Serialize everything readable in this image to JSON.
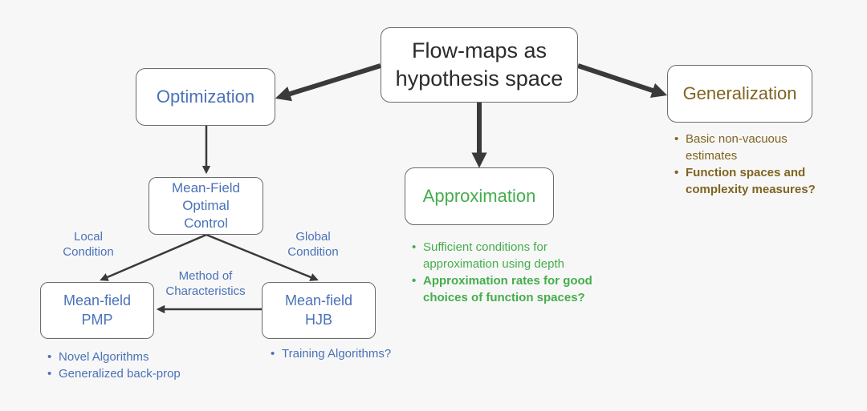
{
  "nodes": {
    "root": {
      "line1": "Flow-maps as",
      "line2": "hypothesis space"
    },
    "optimization": "Optimization",
    "generalization": "Generalization",
    "approximation": "Approximation",
    "mfoc": {
      "line1": "Mean-Field",
      "line2": "Optimal",
      "line3": "Control"
    },
    "pmp": {
      "line1": "Mean-field",
      "line2": "PMP"
    },
    "hjb": {
      "line1": "Mean-field",
      "line2": "HJB"
    }
  },
  "edge_labels": {
    "local": {
      "line1": "Local",
      "line2": "Condition"
    },
    "global": {
      "line1": "Global",
      "line2": "Condition"
    },
    "characteristics": {
      "line1": "Method of",
      "line2": "Characteristics"
    }
  },
  "bullets": {
    "generalization": [
      {
        "line1": "Basic non-vacuous",
        "line2": "estimates"
      },
      {
        "line1": "Function spaces and",
        "line2": "complexity measures?"
      }
    ],
    "approximation": [
      {
        "line1": "Sufficient conditions for",
        "line2": "approximation using depth"
      },
      {
        "line1": "Approximation rates for good",
        "line2": "choices of function spaces?"
      }
    ],
    "pmp": [
      "Novel Algorithms",
      "Generalized back-prop"
    ],
    "hjb": [
      "Training Algorithms?"
    ]
  },
  "colors": {
    "blue": "#4a72b8",
    "green": "#45ad4c",
    "brown": "#7f6321",
    "arrow_dark": "#3a3a3a"
  }
}
